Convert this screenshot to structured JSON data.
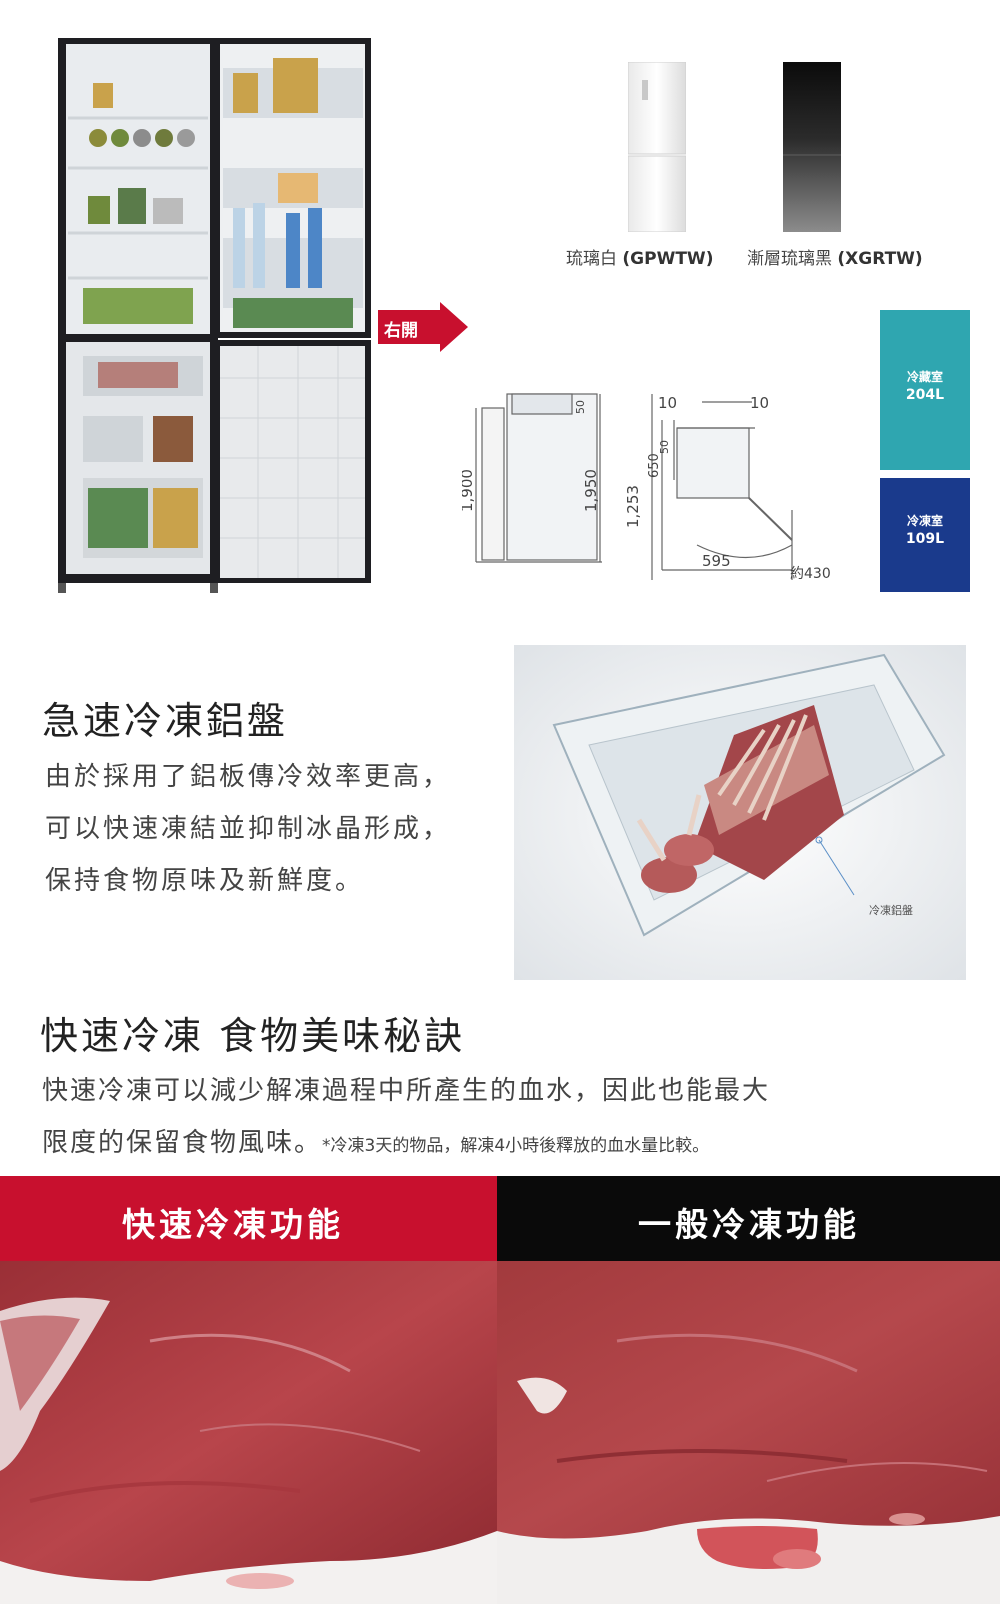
{
  "models": {
    "white": {
      "name": "琉璃白",
      "code": "(GPWTW)"
    },
    "black": {
      "name": "漸層琉璃黑",
      "code": "(XGRTW)"
    }
  },
  "open_label": "右開",
  "dimensions": {
    "side_height": "1,900",
    "total_height": "1,950",
    "front_height": "1,253",
    "upper_650": "650",
    "upper_50": "50",
    "top_gap": "50",
    "clearance_left": "10",
    "clearance_right": "10",
    "width": "595",
    "door_depth": "約430"
  },
  "capacity": {
    "fridge_label": "冷藏室",
    "fridge_value": "204L",
    "freezer_label": "冷凍室",
    "freezer_value": "109L"
  },
  "section1": {
    "title": "急速冷凍鋁盤",
    "line1": "由於採用了鋁板傳冷效率更高，",
    "line2": "可以快速凍結並抑制冰晶形成，",
    "line3": "保持食物原味及新鮮度。",
    "tray_label": "冷凍鋁盤"
  },
  "section2": {
    "title": "快速冷凍 食物美味秘訣",
    "line1": "快速冷凍可以減少解凍過程中所產生的血水，因此也能最大",
    "line2": "限度的保留食物風味。",
    "note": "*冷凍3天的物品，解凍4小時後釋放的血水量比較。"
  },
  "comparison": {
    "fast_label": "快速冷凍功能",
    "normal_label": "一般冷凍功能"
  },
  "colors": {
    "red": "#c8102e",
    "black": "#0a0a0a",
    "teal": "#2fa6b0",
    "navy": "#1a3a8c"
  }
}
